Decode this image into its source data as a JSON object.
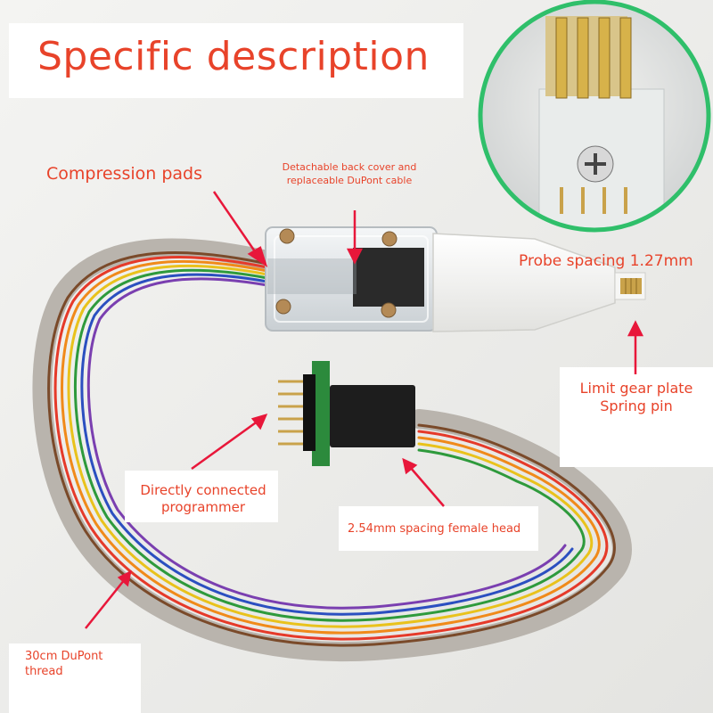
{
  "title": "Specific description",
  "labels": {
    "compression_pads": "Compression pads",
    "back_cover": "Detachable back cover and replaceable DuPont cable",
    "probe_spacing": "Probe spacing 1.27mm",
    "limit_gear": "Limit gear plate Spring pin",
    "direct_programmer": "Directly connected programmer",
    "female_head": "2.54mm spacing female head",
    "dupont_thread": "30cm DuPont thread"
  },
  "colors": {
    "accent_red": "#e8432a",
    "arrow_red": "#e8173a",
    "inset_ring": "#2fbf6a"
  }
}
